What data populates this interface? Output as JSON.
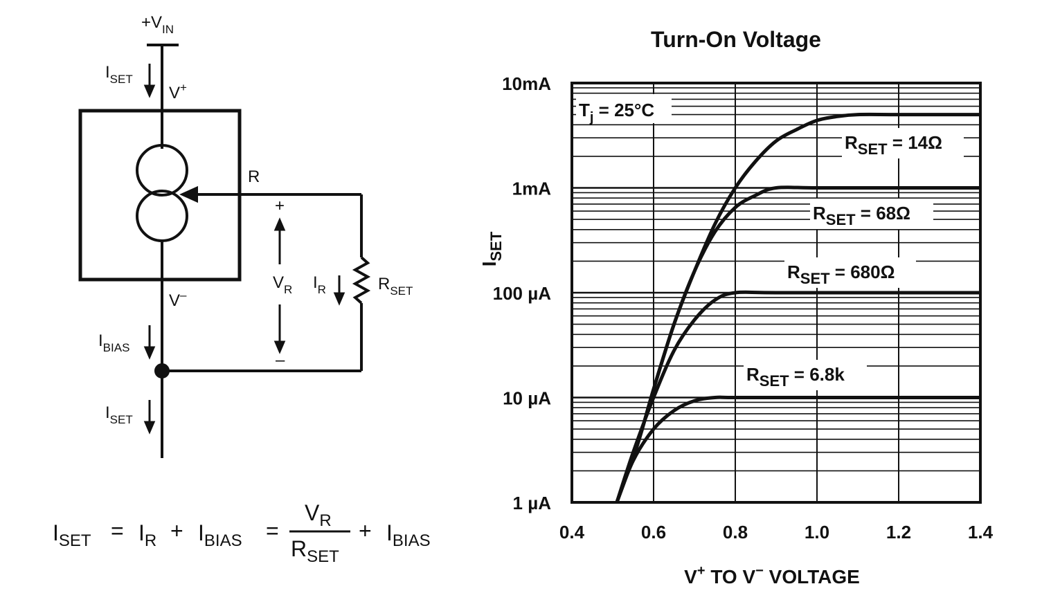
{
  "circuit": {
    "supply_label": "+V",
    "supply_sub": "IN",
    "i_set_label": "I",
    "i_set_sub": "SET",
    "v_plus_label": "V",
    "v_plus_sup": "+",
    "r_label": "R",
    "plus_sign": "+",
    "minus_sign": "–",
    "v_r_label": "V",
    "v_r_sub": "R",
    "i_r_label": "I",
    "i_r_sub": "R",
    "r_set_label": "R",
    "r_set_sub": "SET",
    "v_minus_label": "V",
    "v_minus_sup": "–",
    "i_bias_label": "I",
    "i_bias_sub": "BIAS"
  },
  "equation": {
    "lhs": "I",
    "lhs_sub": "SET",
    "eq1": "=",
    "t1": "I",
    "t1_sub": "R",
    "plus1": "+",
    "t2": "I",
    "t2_sub": "BIAS",
    "eq2": "=",
    "num": "V",
    "num_sub": "R",
    "den": "R",
    "den_sub": "SET",
    "plus2": "+",
    "t3": "I",
    "t3_sub": "BIAS"
  },
  "chart_data": {
    "type": "line",
    "title": "Turn-On Voltage",
    "xlabel_main": "V",
    "xlabel_sup1": "+",
    "xlabel_mid": " TO V",
    "xlabel_sup2": "−",
    "xlabel_end": " VOLTAGE",
    "ylabel": "I",
    "ylabel_sub": "SET",
    "x_tick_labels": [
      "0.4",
      "0.6",
      "0.8",
      "1.0",
      "1.2",
      "1.4"
    ],
    "y_tick_labels": [
      "1 µA",
      "10 µA",
      "100 µA",
      "1mA",
      "10mA"
    ],
    "xlim": [
      0.4,
      1.4
    ],
    "ylim_amps": [
      1e-06,
      0.01
    ],
    "y_scale": "log",
    "grid": true,
    "annotation": "T",
    "annotation_sub": "j",
    "annotation_rest": " = 25°C",
    "series": [
      {
        "name_main": "R",
        "name_sub": "SET",
        "name_rest": " = 14Ω",
        "x": [
          0.51,
          0.56,
          0.6,
          0.65,
          0.7,
          0.75,
          0.8,
          0.85,
          0.9,
          0.95,
          1.0,
          1.05,
          1.1,
          1.2,
          1.4
        ],
        "y": [
          1e-06,
          3.5e-06,
          1.2e-05,
          5e-05,
          0.00016,
          0.00045,
          0.001,
          0.0018,
          0.0028,
          0.0036,
          0.0044,
          0.0048,
          0.005,
          0.005,
          0.005
        ]
      },
      {
        "name_main": "R",
        "name_sub": "SET",
        "name_rest": " = 68Ω",
        "x": [
          0.51,
          0.56,
          0.6,
          0.65,
          0.7,
          0.75,
          0.8,
          0.85,
          0.9,
          1.0,
          1.2,
          1.4
        ],
        "y": [
          1e-06,
          3.5e-06,
          1.2e-05,
          5e-05,
          0.00016,
          0.00038,
          0.00065,
          0.00085,
          0.001,
          0.001,
          0.001,
          0.001
        ]
      },
      {
        "name_main": "R",
        "name_sub": "SET",
        "name_rest": " = 680Ω",
        "x": [
          0.51,
          0.55,
          0.6,
          0.65,
          0.7,
          0.75,
          0.8,
          0.9,
          1.2,
          1.4
        ],
        "y": [
          1e-06,
          3e-06,
          1e-05,
          2.8e-05,
          5.5e-05,
          8.5e-05,
          0.0001,
          0.0001,
          0.0001,
          0.0001
        ]
      },
      {
        "name_main": "R",
        "name_sub": "SET",
        "name_rest": " = 6.8k",
        "x": [
          0.51,
          0.55,
          0.6,
          0.65,
          0.7,
          0.75,
          0.8,
          1.0,
          1.4
        ],
        "y": [
          1e-06,
          2.5e-06,
          5e-06,
          7.5e-06,
          9.3e-06,
          1e-05,
          1e-05,
          1e-05,
          1e-05
        ]
      }
    ]
  }
}
